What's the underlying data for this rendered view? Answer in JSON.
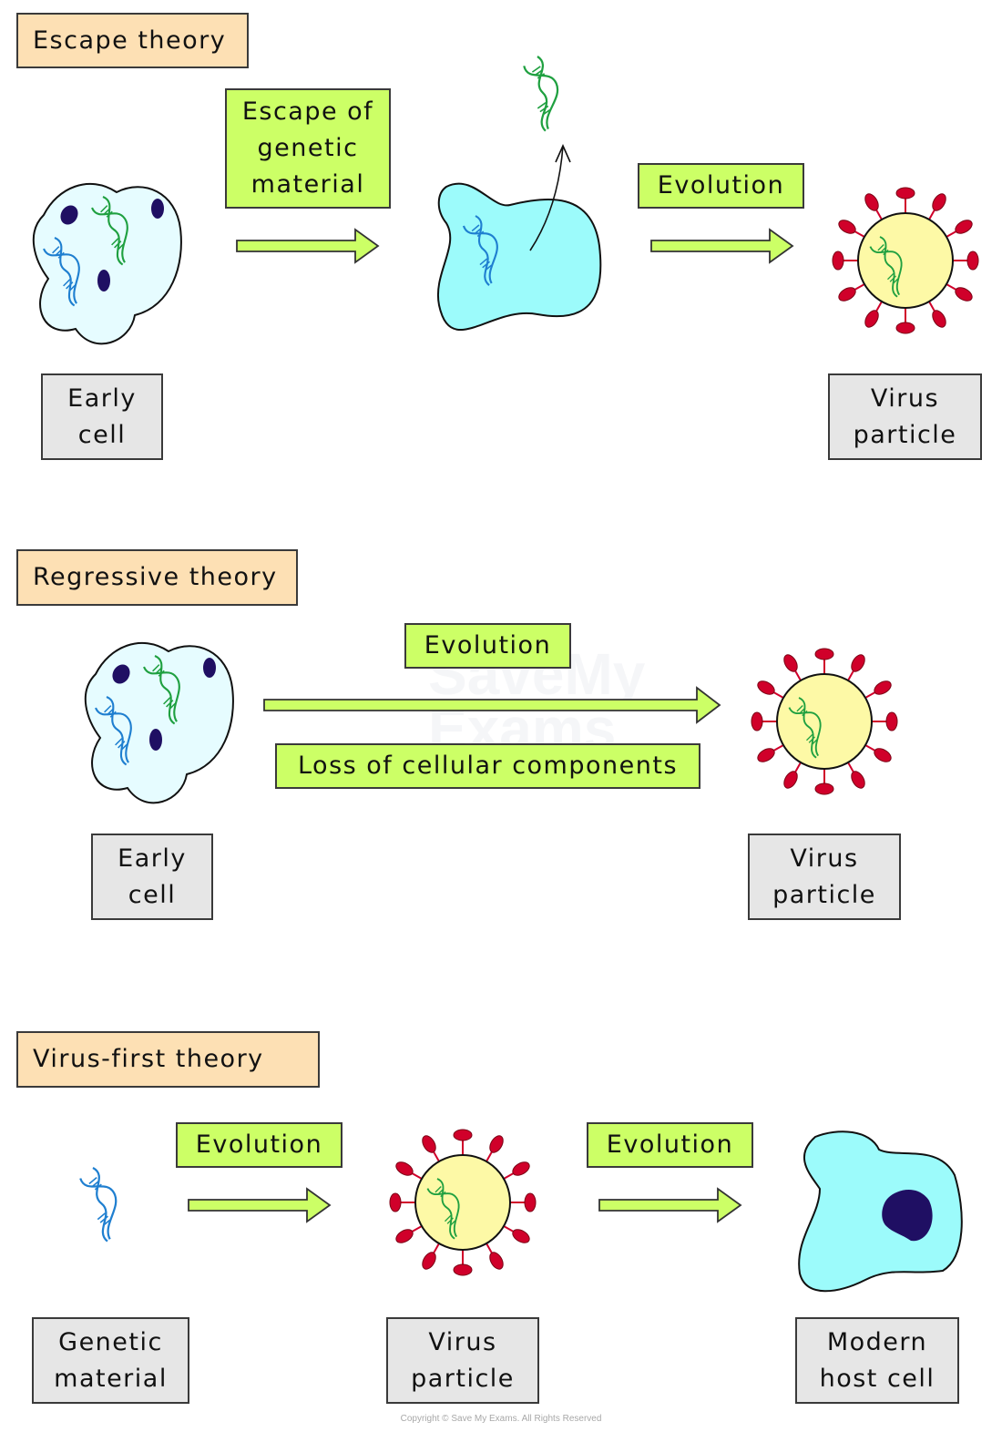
{
  "colors": {
    "title_box": "#fde0b4",
    "label_box": "#ccff66",
    "caption_box": "#e6e6e6",
    "arrow_fill": "#ccff66",
    "early_cell_fill": "#e6fcff",
    "cytoplasm_fill": "#9cfbfb",
    "nucleus": "#1f0f63",
    "dna_green": "#1fa040",
    "dna_blue": "#1f7fd0",
    "capsid_fill": "#fdf9a6",
    "spike_red": "#d0002a"
  },
  "sections": [
    {
      "title": "Escape theory",
      "labels": [
        "Escape of\ngenetic\nmaterial",
        "Evolution"
      ],
      "captions": [
        "Early\ncell",
        "Virus\nparticle"
      ]
    },
    {
      "title": "Regressive theory",
      "labels": [
        "Evolution",
        "Loss of cellular components"
      ],
      "captions": [
        "Early\ncell",
        "Virus\nparticle"
      ]
    },
    {
      "title": "Virus-first theory",
      "labels": [
        "Evolution",
        "Evolution"
      ],
      "captions": [
        "Genetic\nmaterial",
        "Virus\nparticle",
        "Modern\nhost cell"
      ]
    }
  ],
  "watermark": "SaveMy\nExams",
  "copyright": "Copyright © Save My Exams. All Rights Reserved"
}
